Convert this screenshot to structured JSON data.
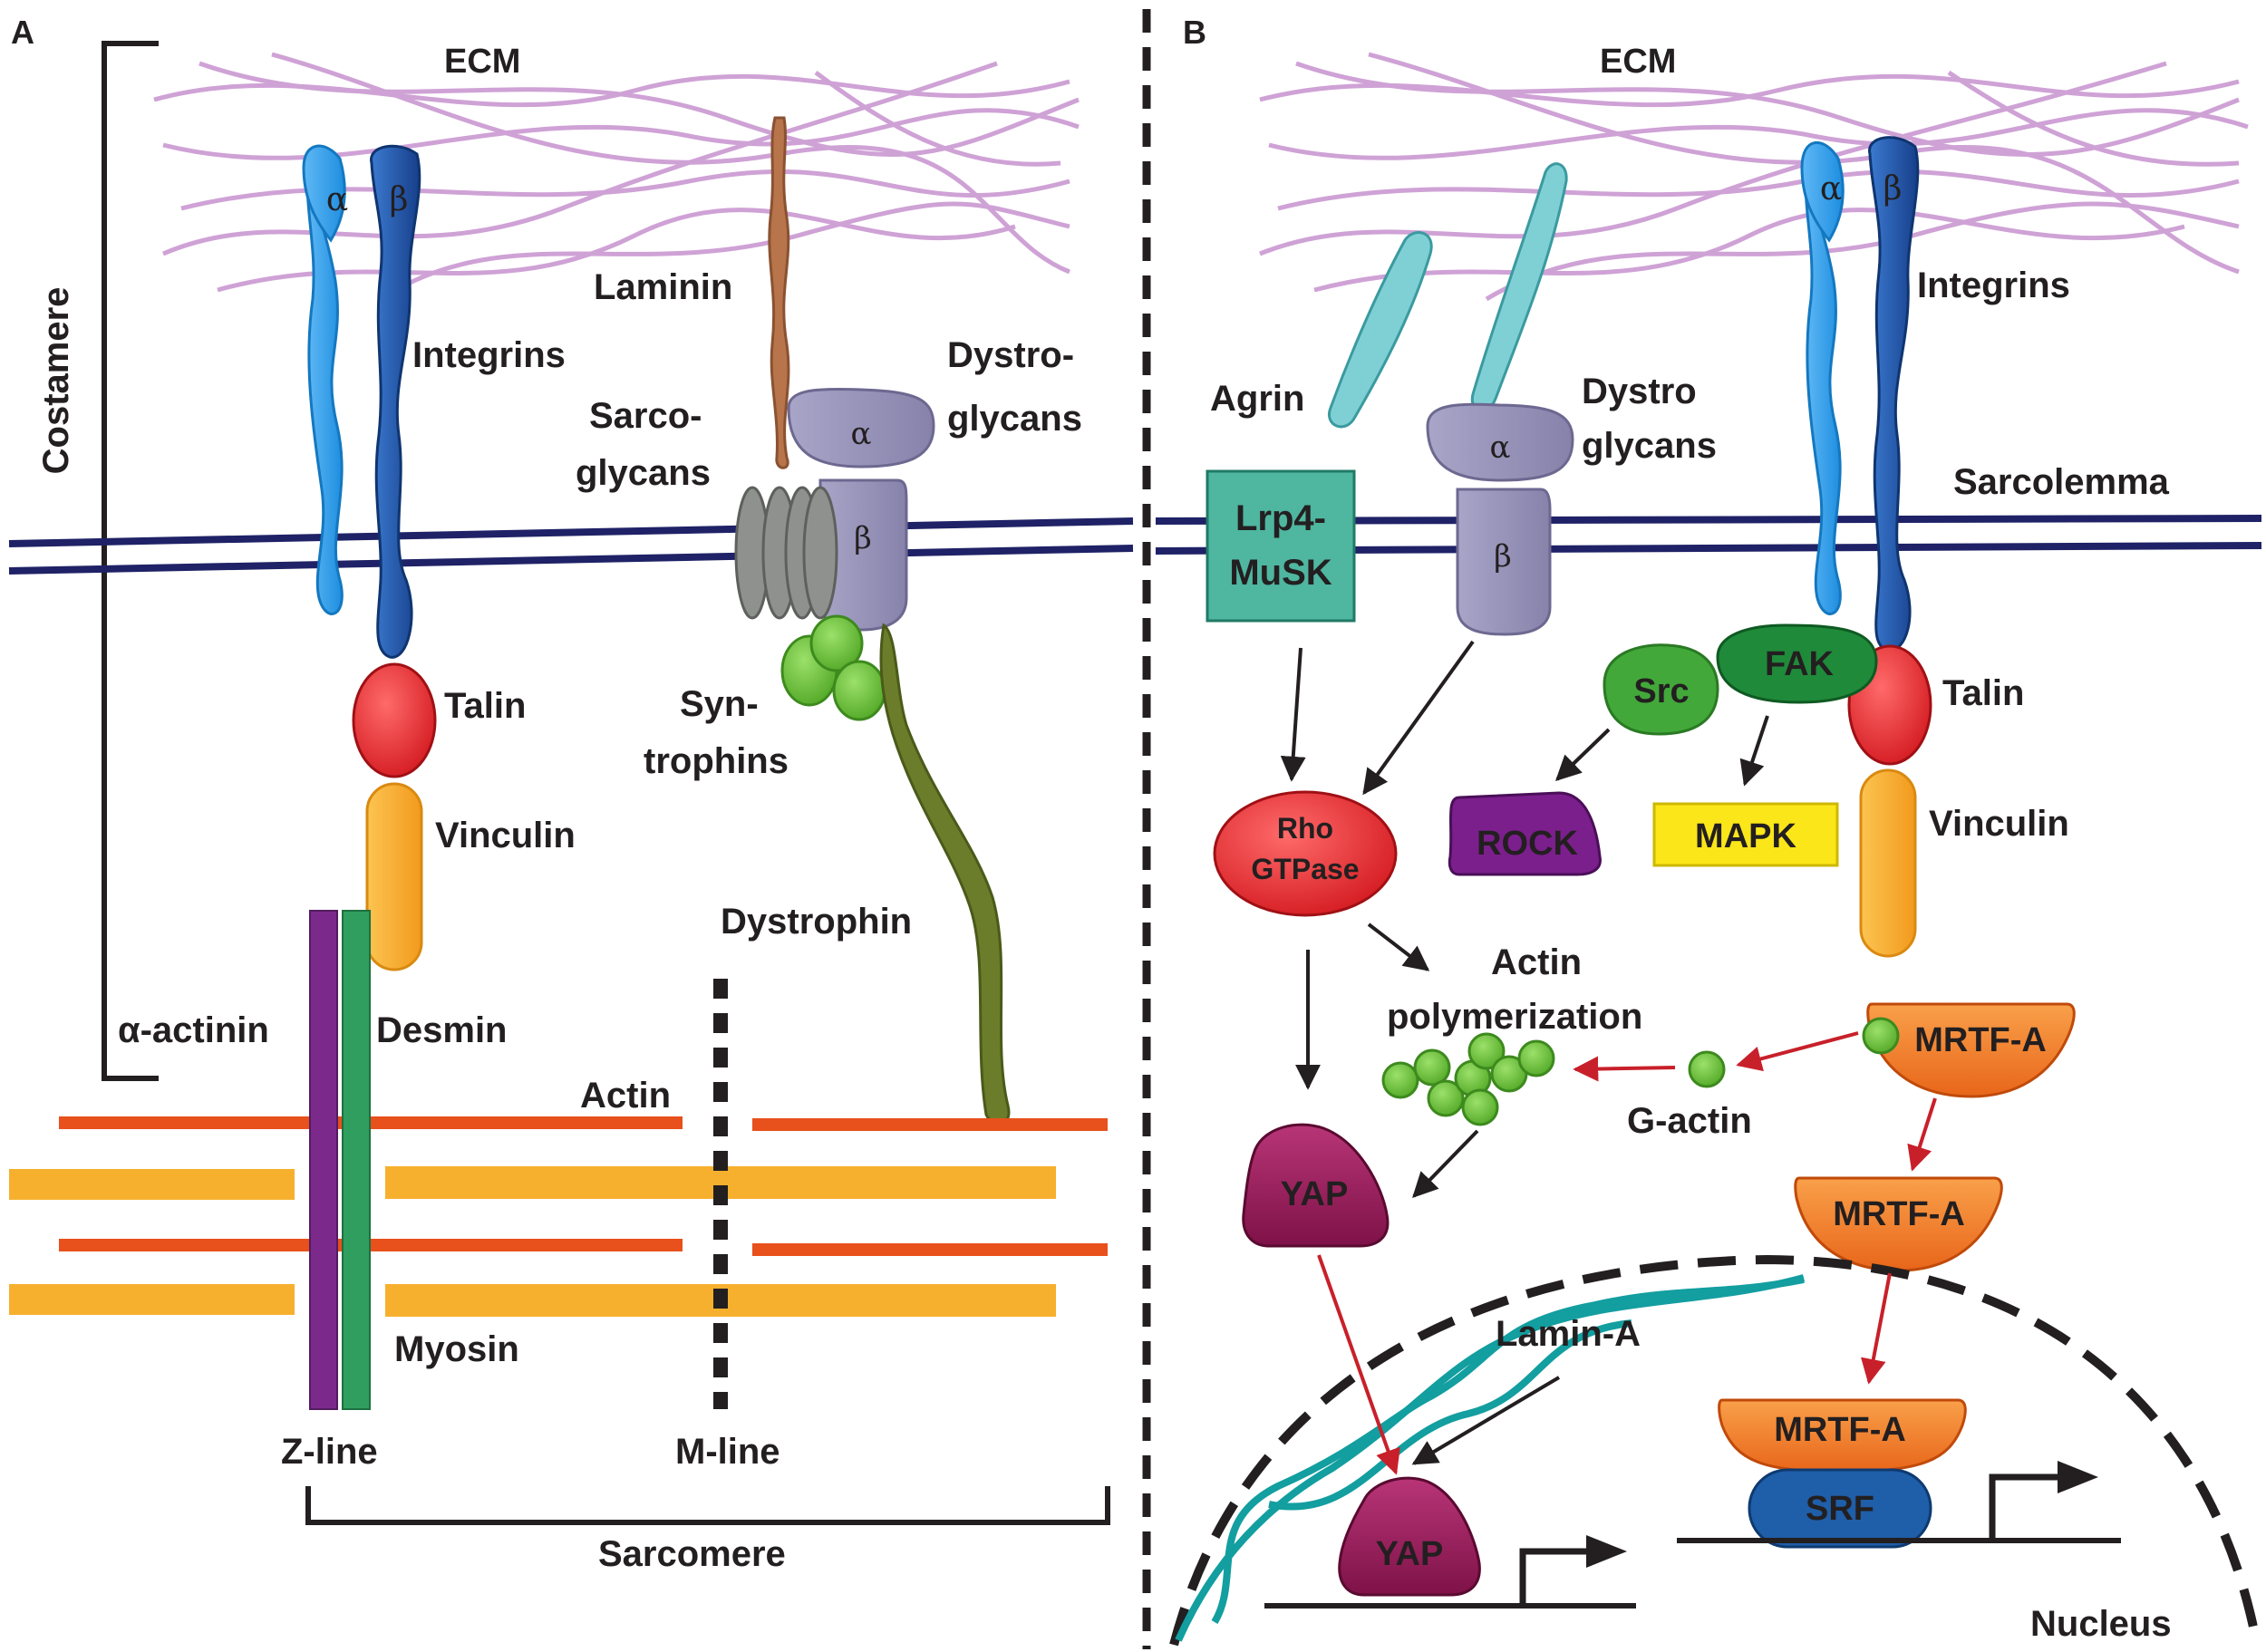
{
  "panel_a": {
    "letter": "A",
    "ecm": "ECM",
    "costamere": "Costamere",
    "integrins": "Integrins",
    "alpha": "α",
    "beta": "β",
    "laminin": "Laminin",
    "sarcoglycans_1": "Sarco-",
    "sarcoglycans_2": "glycans",
    "dystroglycans_1": "Dystro-",
    "dystroglycans_2": "glycans",
    "talin": "Talin",
    "vinculin": "Vinculin",
    "syntrophins_1": "Syn-",
    "syntrophins_2": "trophins",
    "dystrophin": "Dystrophin",
    "alpha_actinin": "α-actinin",
    "desmin": "Desmin",
    "actin": "Actin",
    "myosin": "Myosin",
    "z_line": "Z-line",
    "m_line": "M-line",
    "sarcomere": "Sarcomere"
  },
  "panel_b": {
    "letter": "B",
    "ecm": "ECM",
    "agrin": "Agrin",
    "dystroglycans_1": "Dystro",
    "dystroglycans_2": "glycans",
    "integrins": "Integrins",
    "alpha": "α",
    "beta": "β",
    "sarcolemma": "Sarcolemma",
    "lrp4_1": "Lrp4-",
    "lrp4_2": "MuSK",
    "src": "Src",
    "fak": "FAK",
    "talin": "Talin",
    "vinculin": "Vinculin",
    "rho_1": "Rho",
    "rho_2": "GTPase",
    "rock": "ROCK",
    "mapk": "MAPK",
    "actin_poly_1": "Actin",
    "actin_poly_2": "polymerization",
    "g_actin": "G-actin",
    "mrtf_a": "MRTF-A",
    "yap": "YAP",
    "lamin_a": "Lamin-A",
    "srf": "SRF",
    "nucleus": "Nucleus"
  },
  "colors": {
    "ecm_fiber": "#b56bc0",
    "membrane": "#1f2266",
    "integrin_alpha": "#1e8ee0",
    "integrin_beta": "#1a4fa0",
    "talin": "#e0252b",
    "vinculin": "#f5a623",
    "laminin": "#b8744a",
    "dystroglycan": "#8f8bb0",
    "sarcoglycan": "#8f918e",
    "syntrophin": "#66bb2e",
    "dystrophin": "#6b7d2a",
    "alpha_actinin": "#7b2a8c",
    "desmin": "#2f9e5e",
    "actin": "#e8501c",
    "myosin": "#f7b02e",
    "agrin": "#7fd0d4",
    "lrp4_musk": "#4fb6a0",
    "src": "#42a83a",
    "fak": "#1f8a3a",
    "rho": "#e0252b",
    "rock": "#7b1f8c",
    "mapk": "#fbe619",
    "mrtf_a": "#f07a1e",
    "yap": "#9a1a5c",
    "srf": "#1f5ea8",
    "lamin": "#139ea0",
    "activation_arrow": "#c8202a"
  }
}
